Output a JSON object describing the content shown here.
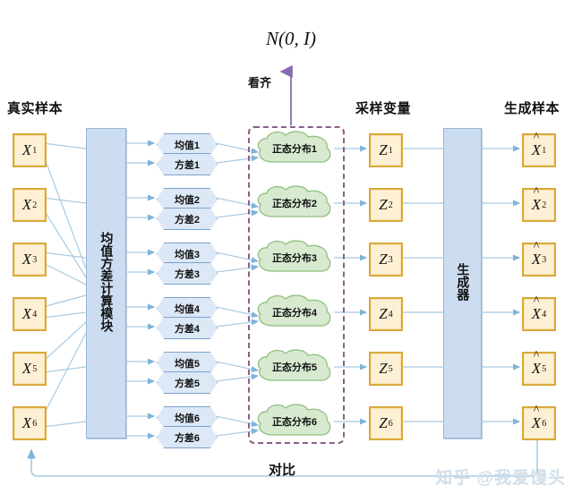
{
  "headers": {
    "real_samples": "真实样本",
    "sampled_vars": "采样变量",
    "generated_samples": "生成样本"
  },
  "modules": {
    "encoder": "均值方差计算模块",
    "generator": "生成器"
  },
  "prior_cloud": "N(0, I)",
  "labels": {
    "align": "看齐",
    "compare": "对比"
  },
  "watermark": "知乎 @我爱馒头",
  "colors": {
    "sample_box_border": "#d9a93a",
    "sample_box_fill": "#fdf0d5",
    "module_fill": "#ccddf2",
    "module_border": "#9ab6d6",
    "hex_fill": "#dce8f6",
    "hex_border": "#7ba3cc",
    "cloud_fill": "#d7ead0",
    "cloud_border": "#8fbf7d",
    "dash_border": "#8a5f8a",
    "wire": "#a9cbe3",
    "align_arrow": "#8b6bb0",
    "watermark": "#cfdde8"
  },
  "rows": [
    {
      "x": "X",
      "idx": "1",
      "mean": "均值1",
      "var": "方差1",
      "dist": "正态分布1",
      "z": "Z",
      "xhat": "X"
    },
    {
      "x": "X",
      "idx": "2",
      "mean": "均值2",
      "var": "方差2",
      "dist": "正态分布2",
      "z": "Z",
      "xhat": "X"
    },
    {
      "x": "X",
      "idx": "3",
      "mean": "均值3",
      "var": "方差3",
      "dist": "正态分布3",
      "z": "Z",
      "xhat": "X"
    },
    {
      "x": "X",
      "idx": "4",
      "mean": "均值4",
      "var": "方差4",
      "dist": "正态分布4",
      "z": "Z",
      "xhat": "X"
    },
    {
      "x": "X",
      "idx": "5",
      "mean": "均值5",
      "var": "方差5",
      "dist": "正态分布5",
      "z": "Z",
      "xhat": "X"
    },
    {
      "x": "X",
      "idx": "6",
      "mean": "均值6",
      "var": "方差6",
      "dist": "正态分布6",
      "z": "Z",
      "xhat": "X"
    }
  ],
  "diagram_meta": {
    "type": "flow-diagram",
    "row_count": 6,
    "stages": [
      "真实样本",
      "均值方差计算模块",
      "均值/方差",
      "正态分布",
      "采样变量",
      "生成器",
      "生成样本"
    ]
  }
}
